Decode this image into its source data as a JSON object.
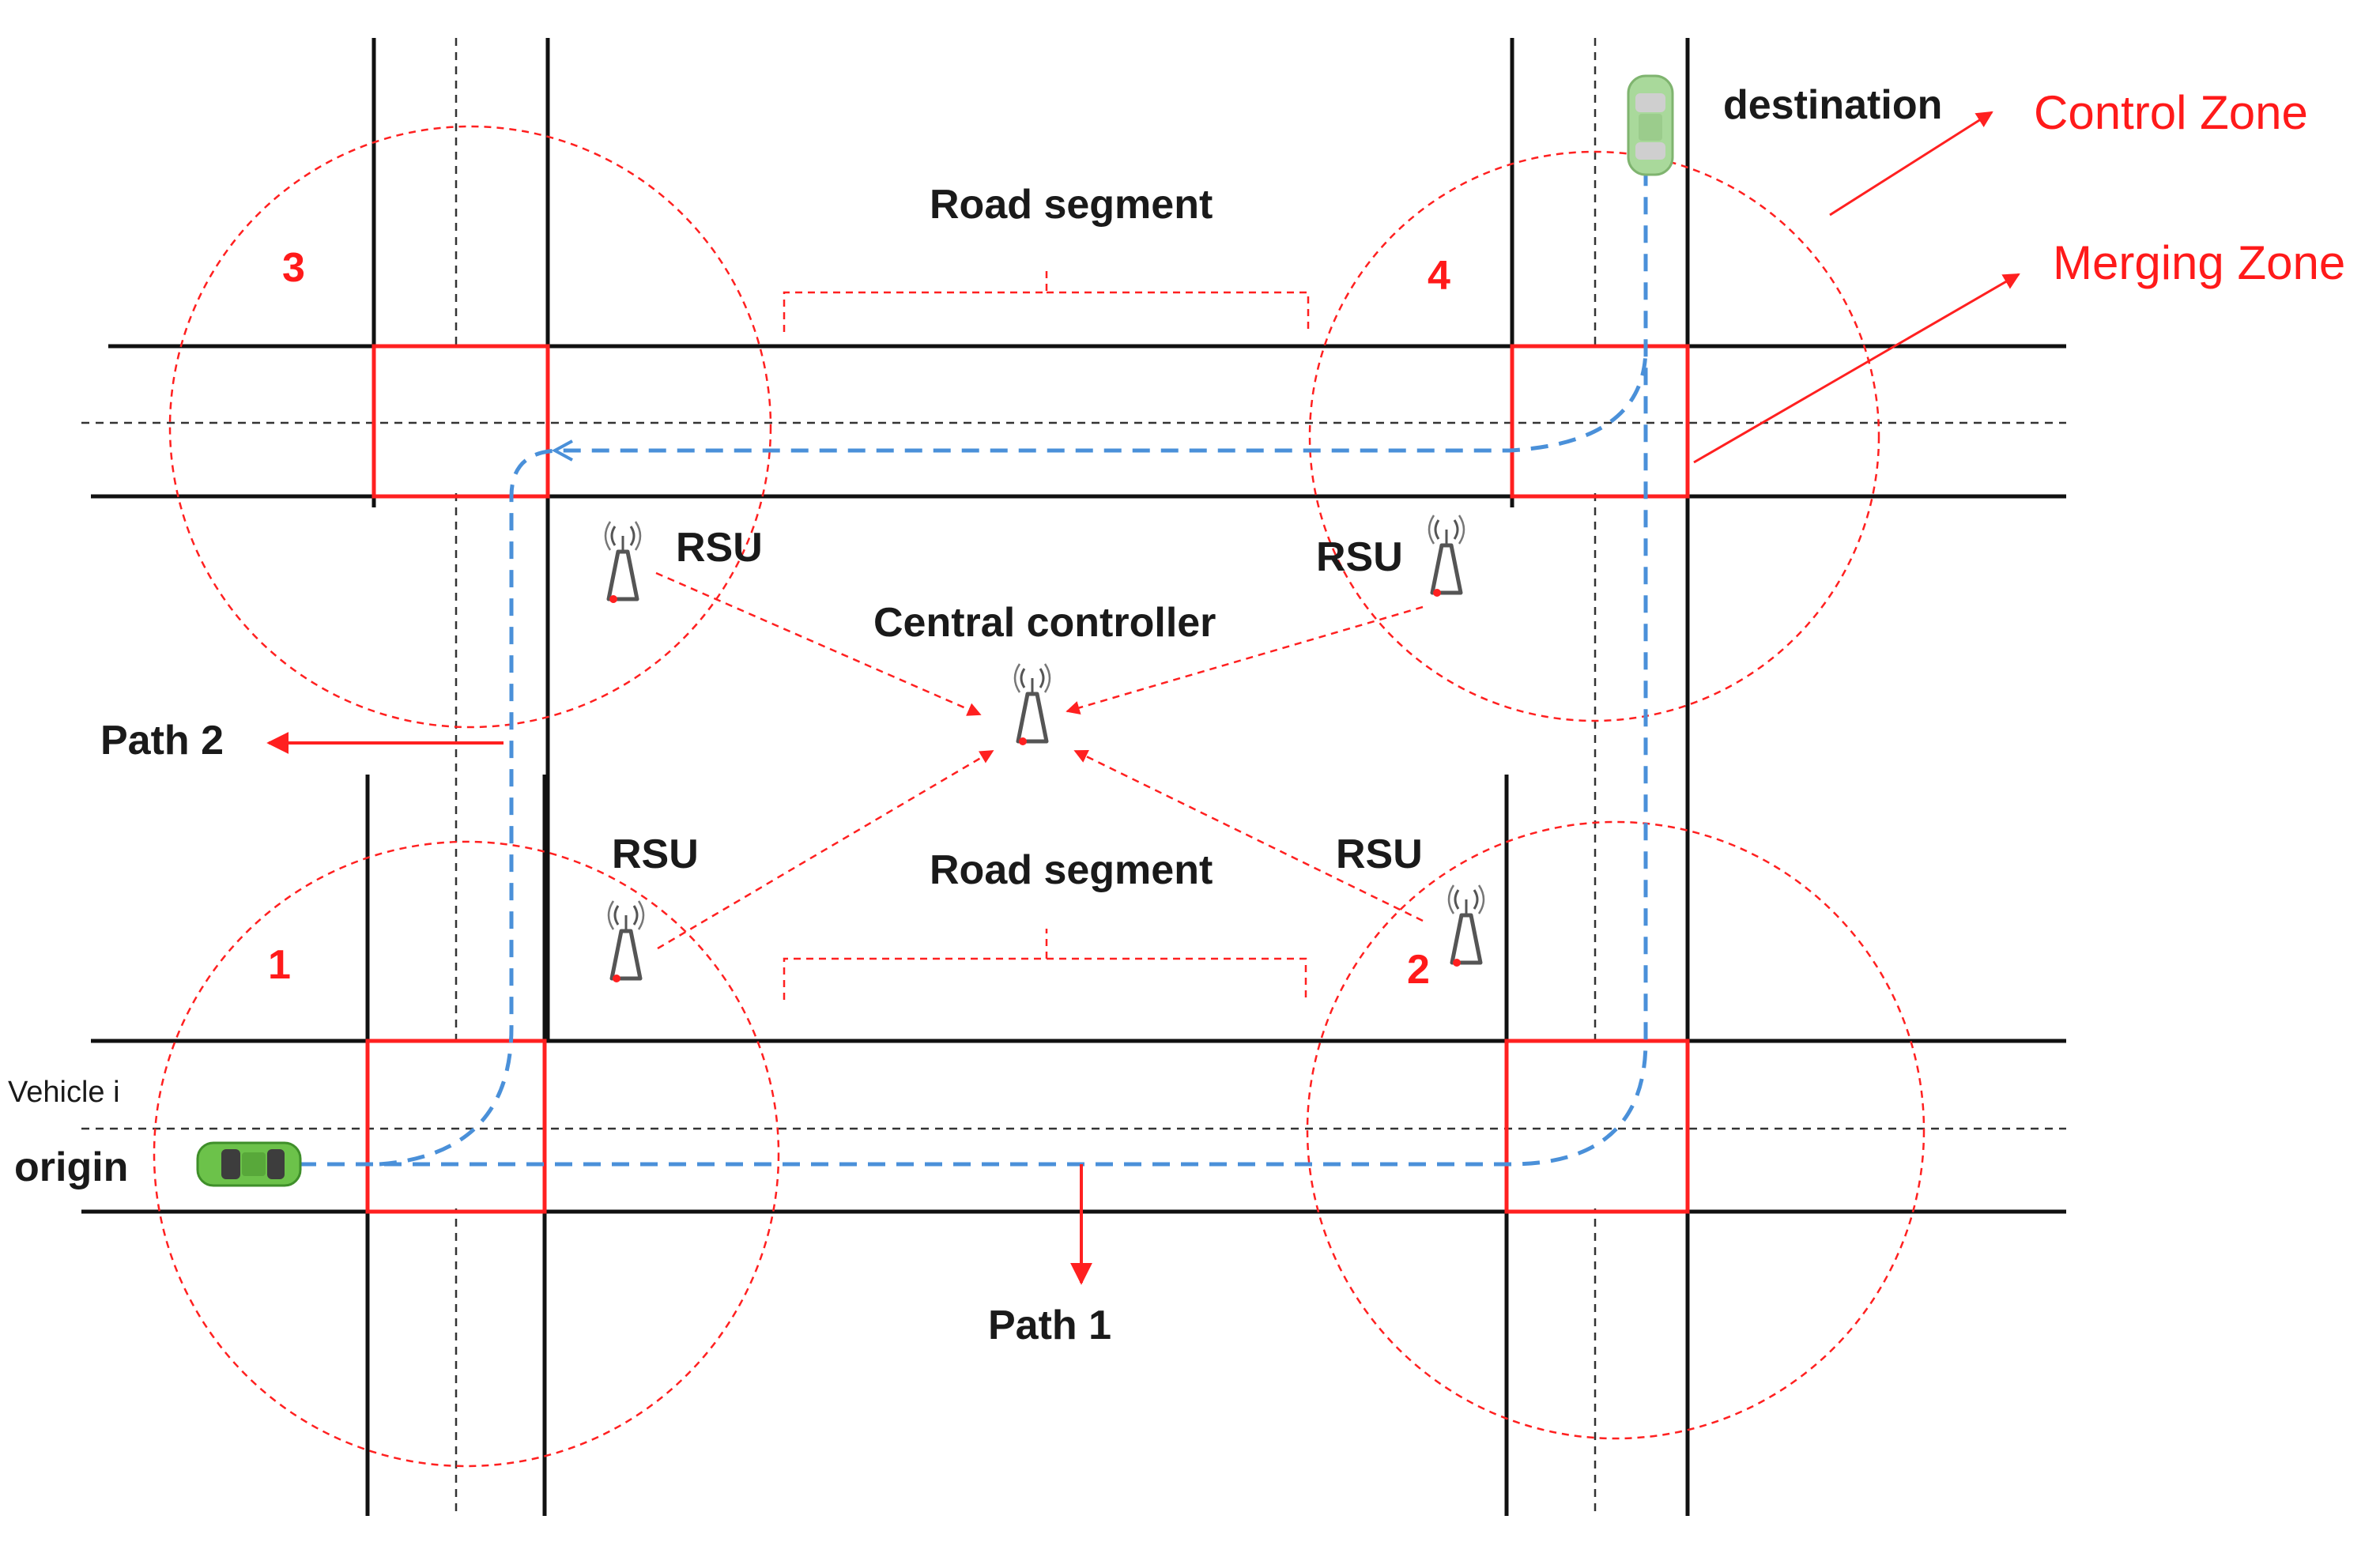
{
  "labels": {
    "destination": "destination",
    "control_zone": "Control Zone",
    "merging_zone": "Merging Zone",
    "road_segment_top": "Road segment",
    "road_segment_bottom": "Road segment",
    "central_controller": "Central controller",
    "rsu_1": "RSU",
    "rsu_2": "RSU",
    "rsu_3": "RSU",
    "rsu_4": "RSU",
    "path_1": "Path 1",
    "path_2": "Path 2",
    "vehicle": "Vehicle i",
    "origin": "origin"
  },
  "intersections": [
    "1",
    "2",
    "3",
    "4"
  ],
  "colors": {
    "road": "#111111",
    "zone": "#ff2020",
    "path": "#4a90d9",
    "car_origin": "#6cc24a",
    "car_destination": "#a9d99b",
    "rsu_tower": "#555555"
  },
  "icons": {
    "rsu": "antenna-tower-icon",
    "controller": "antenna-tower-icon",
    "vehicle": "car-icon"
  }
}
